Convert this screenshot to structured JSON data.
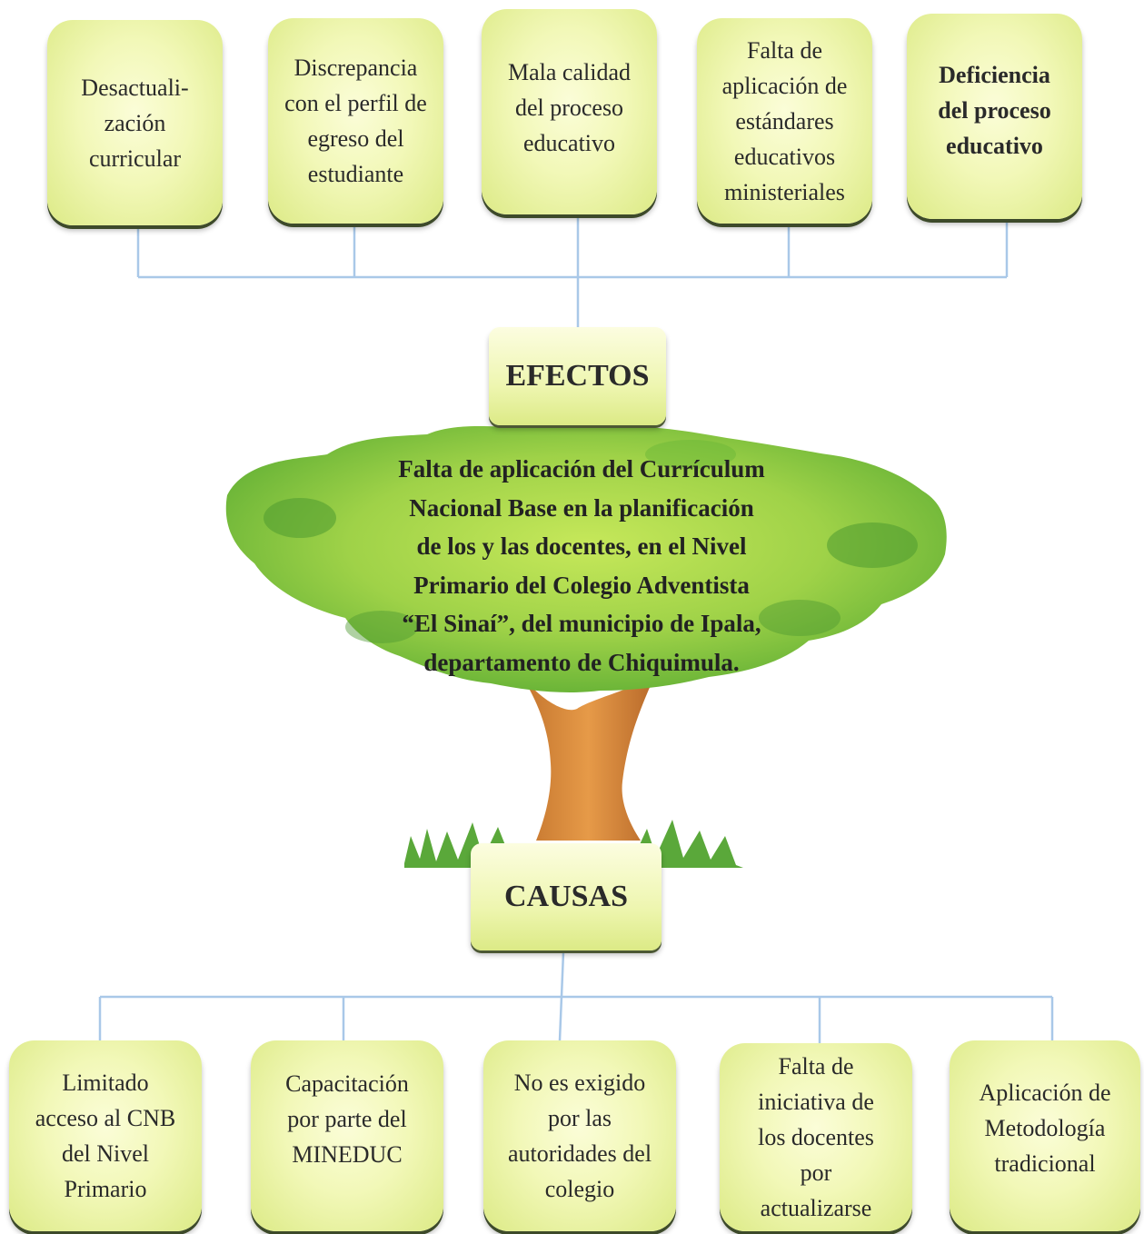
{
  "effects": {
    "heading": "EFECTOS",
    "items": [
      [
        "Desactuali-",
        "zación",
        "curricular"
      ],
      [
        "Discrepancia",
        "con el perfil de",
        "egreso del",
        "estudiante"
      ],
      [
        "Mala calidad",
        "del proceso",
        "educativo"
      ],
      [
        "Falta de",
        "aplicación  de",
        "estándares",
        "educativos",
        "ministeriales"
      ],
      [
        "Deficiencia",
        "del proceso",
        "educativo"
      ]
    ]
  },
  "problem": {
    "lines": [
      "Falta de aplicación del Currículum",
      "Nacional Base en la planificación",
      "de los y las docentes, en el Nivel",
      "Primario del Colegio Adventista",
      "“El Sinaí”, del municipio de Ipala,",
      "departamento de Chiquimula."
    ]
  },
  "causes": {
    "heading": "CAUSAS",
    "items": [
      [
        "Limitado",
        "acceso al CNB",
        "del Nivel",
        "Primario"
      ],
      [
        "Capacitación",
        "por parte del",
        "MINEDUC"
      ],
      [
        "No es exigido",
        "por las",
        "autoridades del",
        "colegio"
      ],
      [
        "Falta de",
        "iniciativa de",
        "los docentes",
        "por",
        "actualizarse"
      ],
      [
        "Aplicación de",
        "Metodología",
        "tradicional"
      ]
    ]
  },
  "colors": {
    "connector": "#a9c8e8",
    "box_fill": "#f2f8b8",
    "canopy": "#7cc43c",
    "trunk": "#d8883a",
    "grass": "#5aa83a"
  }
}
